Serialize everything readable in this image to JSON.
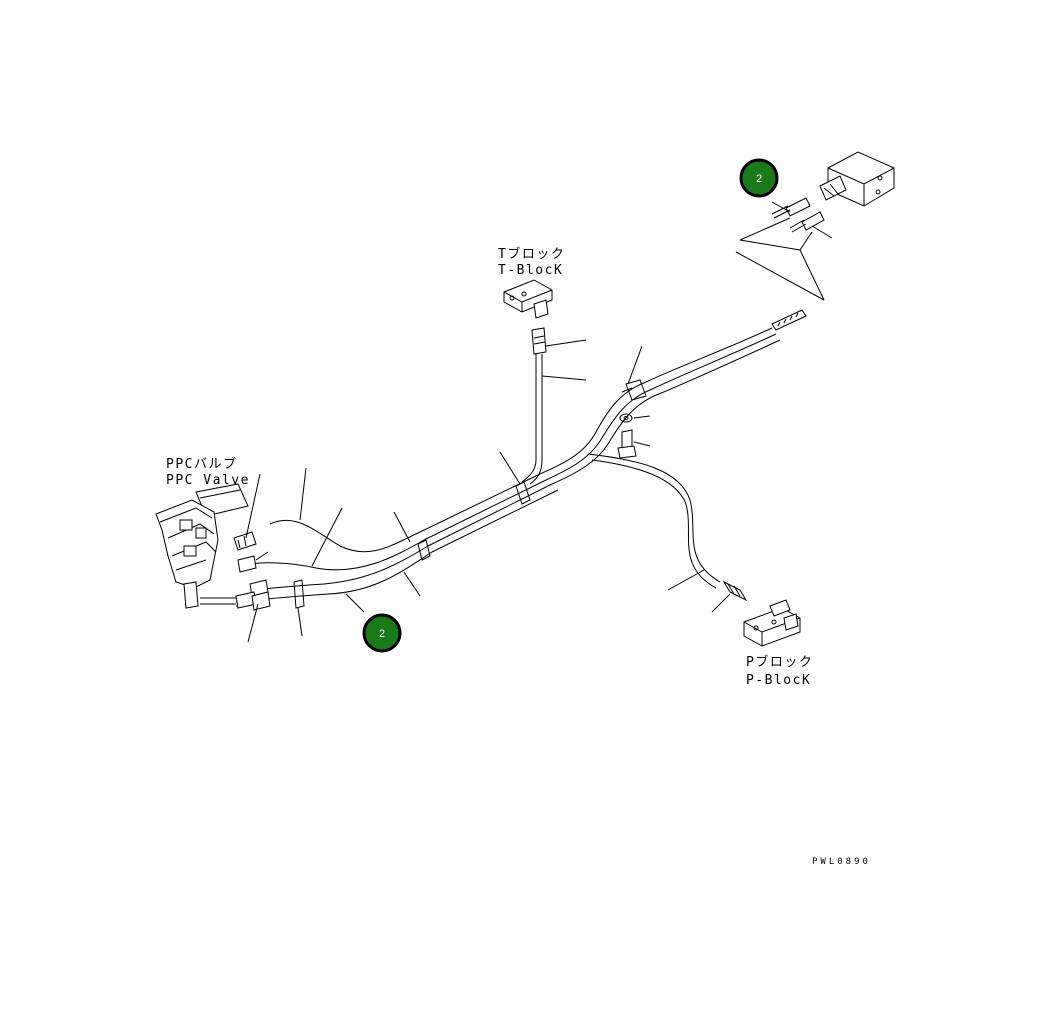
{
  "labels": {
    "t_block_jp": "Tブロック",
    "t_block_en": "T-BlocK",
    "ppc_valve_jp": "PPCバルブ",
    "ppc_valve_en": "PPC Valve",
    "p_block_jp": "Pブロック",
    "p_block_en": "P-BlocK"
  },
  "callouts": [
    {
      "text": "2",
      "color": "#1a7a1a"
    },
    {
      "text": "2",
      "color": "#1a7a1a"
    }
  ],
  "drawing_code": "PWL0890"
}
